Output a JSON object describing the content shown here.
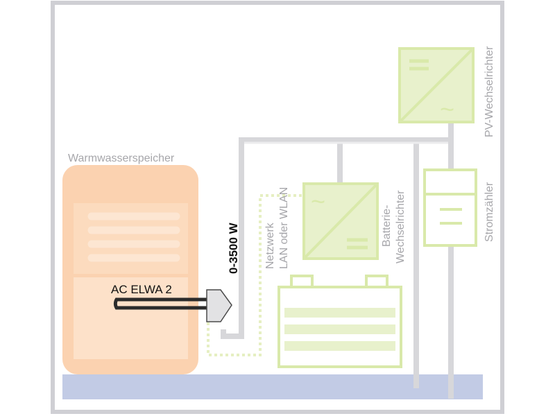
{
  "labels": {
    "storage_tank": "Warmwasserspeicher",
    "heater": "AC ELWA 2",
    "power_range": "0-3500 W",
    "network_line1": "Netzwerk",
    "network_line2": "LAN oder WLAN",
    "battery_inverter_line1": "Batterie-",
    "battery_inverter_line2": "Wechselrichter",
    "pv_inverter": "PV-Wechselrichter",
    "meter": "Stromzähler"
  },
  "symbols": {
    "ac": "~"
  },
  "colors": {
    "frame": "#cfcfd4",
    "tank": "#fbd2b0",
    "tank_coil": "#fde6d2",
    "device": "#e8f1cc",
    "device_stroke": "#d9e9aa",
    "wiring": "#d7d7da",
    "ground_bar": "#c2cbe5",
    "network_dots": "#e6efc2",
    "heater_rod": "#2b2b2b",
    "heater_head": "#e2e2e4",
    "text_dark": "#111111",
    "text_light": "#a6a6aa"
  }
}
